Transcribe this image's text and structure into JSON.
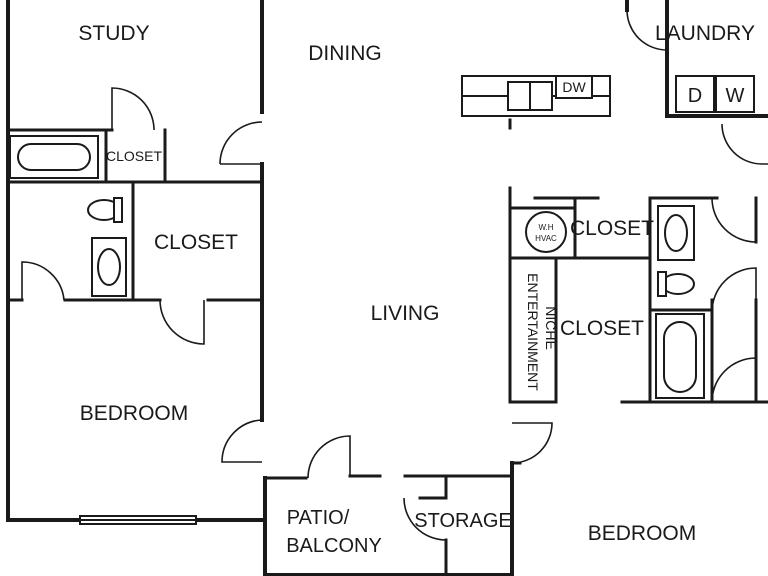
{
  "rooms": {
    "study": "STUDY",
    "dining": "DINING",
    "laundry": "LAUNDRY",
    "closet_small": "CLOSET",
    "closet_left": "CLOSET",
    "closet_mid": "CLOSET",
    "closet_right": "CLOSET",
    "living": "LIVING",
    "entertainment": "ENTERTAINMENT",
    "niche": "NICHE",
    "bedroom_left": "BEDROOM",
    "bedroom_right": "BEDROOM",
    "patio_line1": "PATIO/",
    "patio_line2": "BALCONY",
    "storage": "STORAGE"
  },
  "appliances": {
    "dishwasher": "DW",
    "dryer": "D",
    "washer": "W",
    "water_heater_line1": "W.H",
    "water_heater_line2": "HVAC"
  }
}
